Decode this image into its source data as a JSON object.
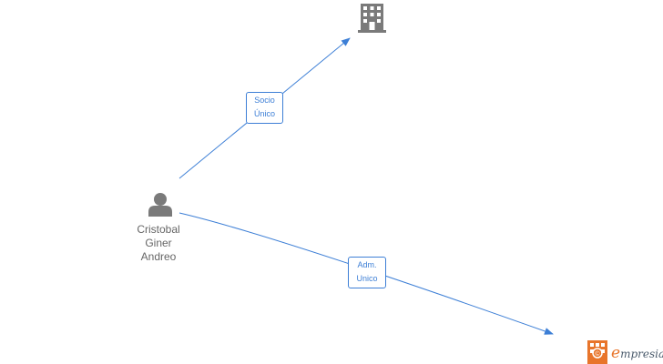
{
  "colors": {
    "edge": "#3d7fd6",
    "node_icon": "#7a7a7a",
    "person_text": "#666666",
    "brand_orange": "#e8752b"
  },
  "nodes": {
    "company": {
      "icon": "building-icon"
    },
    "person": {
      "icon": "person-icon",
      "name_lines": [
        "Cristobal",
        "Giner",
        "Andreo"
      ]
    },
    "company_secondary": {
      "icon": "building-icon"
    }
  },
  "edges": [
    {
      "from": "person",
      "to": "company",
      "label_lines": [
        "Socio",
        "Único"
      ]
    },
    {
      "from": "person",
      "to": "company_secondary",
      "label_lines": [
        "Adm.",
        "Unico"
      ]
    }
  ],
  "brand": {
    "icon": "building-icon",
    "initial": "e",
    "rest": "mpresia"
  }
}
